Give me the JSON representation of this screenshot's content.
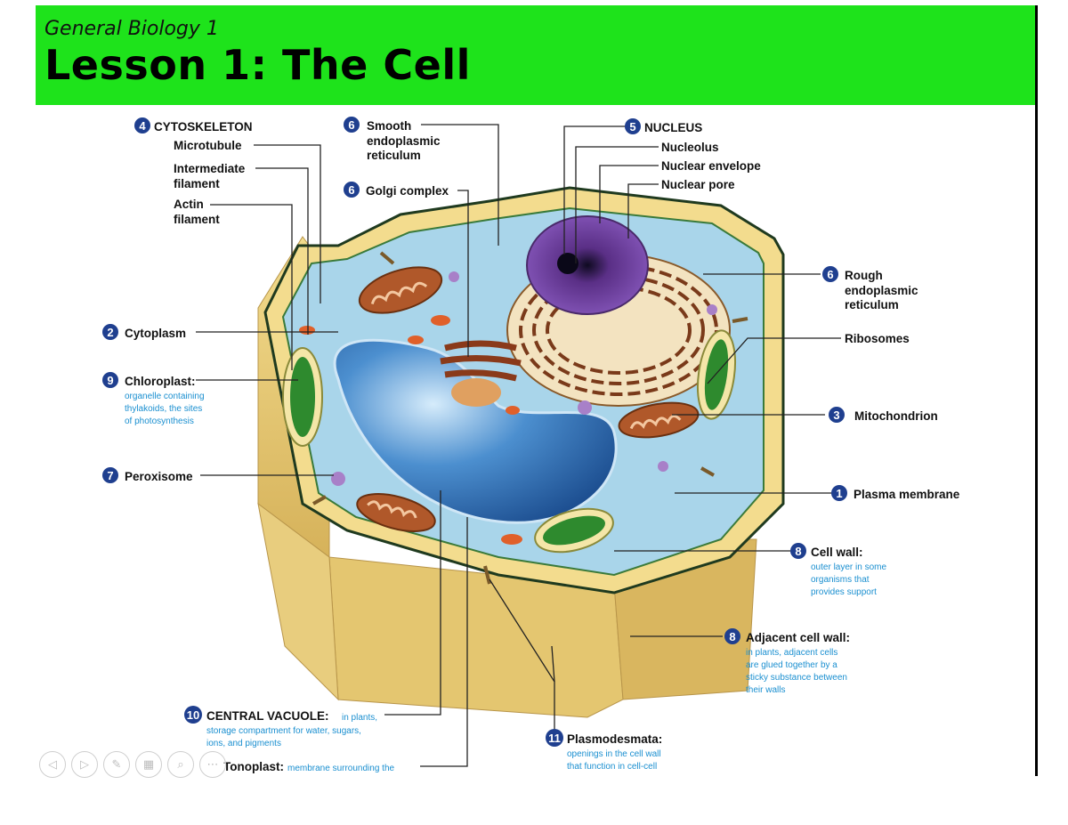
{
  "header": {
    "subtitle": "General Biology 1",
    "title": "Lesson 1: The Cell",
    "color": "#1ee31b"
  },
  "labels": {
    "cytoskeleton": {
      "badge": "4",
      "text": "CYTOSKELETON"
    },
    "microtubule": "Microtubule",
    "intermediate_1": "Intermediate",
    "intermediate_2": "filament",
    "actin_1": "Actin",
    "actin_2": "filament",
    "smooth_er": {
      "badge": "6",
      "line1": "Smooth",
      "line2": "endoplasmic",
      "line3": "reticulum"
    },
    "golgi": {
      "badge": "6",
      "text": "Golgi complex"
    },
    "nucleus": {
      "badge": "5",
      "text": "NUCLEUS"
    },
    "nucleolus": "Nucleolus",
    "nuclear_envelope": "Nuclear envelope",
    "nuclear_pore": "Nuclear pore",
    "rough_er": {
      "badge": "6",
      "line1": "Rough",
      "line2": "endoplasmic",
      "line3": "reticulum"
    },
    "ribosomes": "Ribosomes",
    "cytoplasm": {
      "badge": "2",
      "text": "Cytoplasm"
    },
    "chloroplast": {
      "badge": "9",
      "text": "Chloroplast:",
      "d1": "organelle containing",
      "d2": "thylakoids, the sites",
      "d3": "of photosynthesis"
    },
    "mitochondrion": {
      "badge": "3",
      "text": "Mitochondrion"
    },
    "peroxisome": {
      "badge": "7",
      "text": "Peroxisome"
    },
    "plasma_membrane": {
      "badge": "1",
      "text": "Plasma membrane"
    },
    "cell_wall": {
      "badge": "8",
      "text": "Cell wall:",
      "d1": "outer layer in some",
      "d2": "organisms that",
      "d3": "provides support"
    },
    "adjacent_wall": {
      "badge": "8",
      "text": "Adjacent cell wall:",
      "d1": "in plants, adjacent cells",
      "d2": "are glued together by a",
      "d3": "sticky substance between",
      "d4": "their walls"
    },
    "central_vacuole": {
      "badge": "10",
      "text": "CENTRAL VACUOLE:",
      "d0": "in plants,",
      "d1": "storage compartment for water, sugars,",
      "d2": "ions, and pigments"
    },
    "tonoplast": {
      "text": "Tonoplast:",
      "d1": "membrane surrounding the"
    },
    "plasmodesmata": {
      "badge": "11",
      "text": "Plasmodesmata:",
      "d1": "openings in the cell wall",
      "d2": "that function in cell-cell"
    }
  },
  "colors": {
    "wall": "#e9cf7a",
    "cytoplasm": "#a7d4ea",
    "vacuole": "#2f6fb3",
    "nucleus": "#6a3f8f",
    "label_blue": "#1a8fd0",
    "badge": "#1f3f8f"
  },
  "toolbar": {
    "icons": [
      "prev-icon",
      "next-icon",
      "pen-icon",
      "slides-icon",
      "zoom-icon",
      "more-icon"
    ],
    "glyphs": [
      "◁",
      "▷",
      "✎",
      "▦",
      "⌕",
      "⋯"
    ]
  }
}
